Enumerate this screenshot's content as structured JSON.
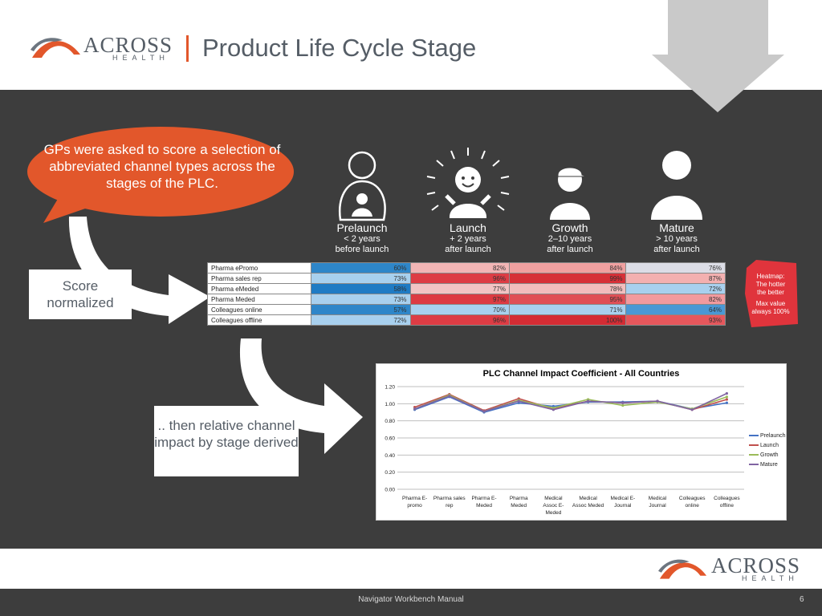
{
  "header": {
    "logo_text": "ACROSS",
    "logo_sub": "HEALTH",
    "title": "Product Life Cycle Stage"
  },
  "bubble_text": "GPs were asked to score a selection of abbreviated channel types across the stages of the PLC.",
  "box1_text": "Score normalized",
  "box2_text": ".. then relative channel impact by stage derived",
  "stages": [
    {
      "name": "Prelaunch",
      "line1": "< 2 years",
      "line2": "before launch"
    },
    {
      "name": "Launch",
      "line1": "+ 2 years",
      "line2": "after launch"
    },
    {
      "name": "Growth",
      "line1": "2–10 years",
      "line2": "after launch"
    },
    {
      "name": "Mature",
      "line1": "> 10 years",
      "line2": "after launch"
    }
  ],
  "heatmap": {
    "rows": [
      {
        "label": "Pharma ePromo",
        "values": [
          "60%",
          "82%",
          "84%",
          "76%"
        ]
      },
      {
        "label": "Pharma sales rep",
        "values": [
          "73%",
          "96%",
          "99%",
          "87%"
        ]
      },
      {
        "label": "Pharma eMeded",
        "values": [
          "58%",
          "77%",
          "78%",
          "72%"
        ]
      },
      {
        "label": "Pharma Meded",
        "values": [
          "73%",
          "97%",
          "95%",
          "82%"
        ]
      },
      {
        "label": "Colleagues online",
        "values": [
          "57%",
          "70%",
          "71%",
          "64%"
        ]
      },
      {
        "label": "Colleagues offline",
        "values": [
          "72%",
          "96%",
          "100%",
          "93%"
        ]
      }
    ],
    "colors": [
      [
        "#2e86c9",
        "#f2b5b5",
        "#f0a0a0",
        "#dcdde6"
      ],
      [
        "#a8d0ee",
        "#dd3c44",
        "#d63038",
        "#f3b0b0"
      ],
      [
        "#1f7bc4",
        "#f2c4c4",
        "#f2bdbd",
        "#a8d0ee"
      ],
      [
        "#a8d0ee",
        "#dd3a42",
        "#e04f55",
        "#f29a9e"
      ],
      [
        "#2e86c9",
        "#a8d0ee",
        "#a8d0ee",
        "#4a98d4"
      ],
      [
        "#a8d0ee",
        "#dd3c44",
        "#d42c34",
        "#e5575c"
      ]
    ]
  },
  "hot_badge": {
    "line1": "Heatmap:",
    "line2": "The hotter",
    "line3": "the better",
    "line4": "Max value",
    "line5": "always 100%"
  },
  "chart_data": {
    "type": "line",
    "title": "PLC Channel Impact Coefficient - All Countries",
    "categories": [
      "Pharma E-promo",
      "Pharma sales rep",
      "Pharma E-Meded",
      "Pharma Meded",
      "Medical Assoc E-Meded",
      "Medical Assoc Meded",
      "Medical E-Journal",
      "Medical Journal",
      "Colleagues online",
      "Colleagues offline"
    ],
    "category_lines": [
      [
        "Pharma E-",
        "promo"
      ],
      [
        "Pharma sales",
        "rep"
      ],
      [
        "Pharma E-",
        "Meded"
      ],
      [
        "Pharma",
        "Meded"
      ],
      [
        "Medical",
        "Assoc E-",
        "Meded"
      ],
      [
        "Medical",
        "Assoc Meded"
      ],
      [
        "Medical E-",
        "Journal"
      ],
      [
        "Medical",
        "Journal"
      ],
      [
        "Colleagues",
        "online"
      ],
      [
        "Colleagues",
        "offline"
      ]
    ],
    "ylim": [
      0,
      1.2
    ],
    "yticks": [
      "0.00",
      "0.20",
      "0.40",
      "0.60",
      "0.80",
      "1.00",
      "1.20"
    ],
    "series": [
      {
        "name": "Prelaunch",
        "color": "#4472c4",
        "values": [
          0.93,
          1.08,
          0.9,
          1.01,
          0.97,
          1.02,
          1.02,
          1.03,
          0.94,
          1.01
        ]
      },
      {
        "name": "Launch",
        "color": "#c0504d",
        "values": [
          0.96,
          1.11,
          0.92,
          1.06,
          0.94,
          1.03,
          1.01,
          1.03,
          0.93,
          1.05
        ]
      },
      {
        "name": "Growth",
        "color": "#9bbb59",
        "values": [
          0.94,
          1.1,
          0.91,
          1.04,
          0.95,
          1.05,
          0.98,
          1.02,
          0.94,
          1.08
        ]
      },
      {
        "name": "Mature",
        "color": "#8064a2",
        "values": [
          0.94,
          1.09,
          0.91,
          1.03,
          0.93,
          1.03,
          1.01,
          1.03,
          0.93,
          1.12
        ]
      }
    ],
    "grid": true,
    "legend_position": "right"
  },
  "footer": {
    "text": "Navigator Workbench Manual",
    "page": "6"
  }
}
